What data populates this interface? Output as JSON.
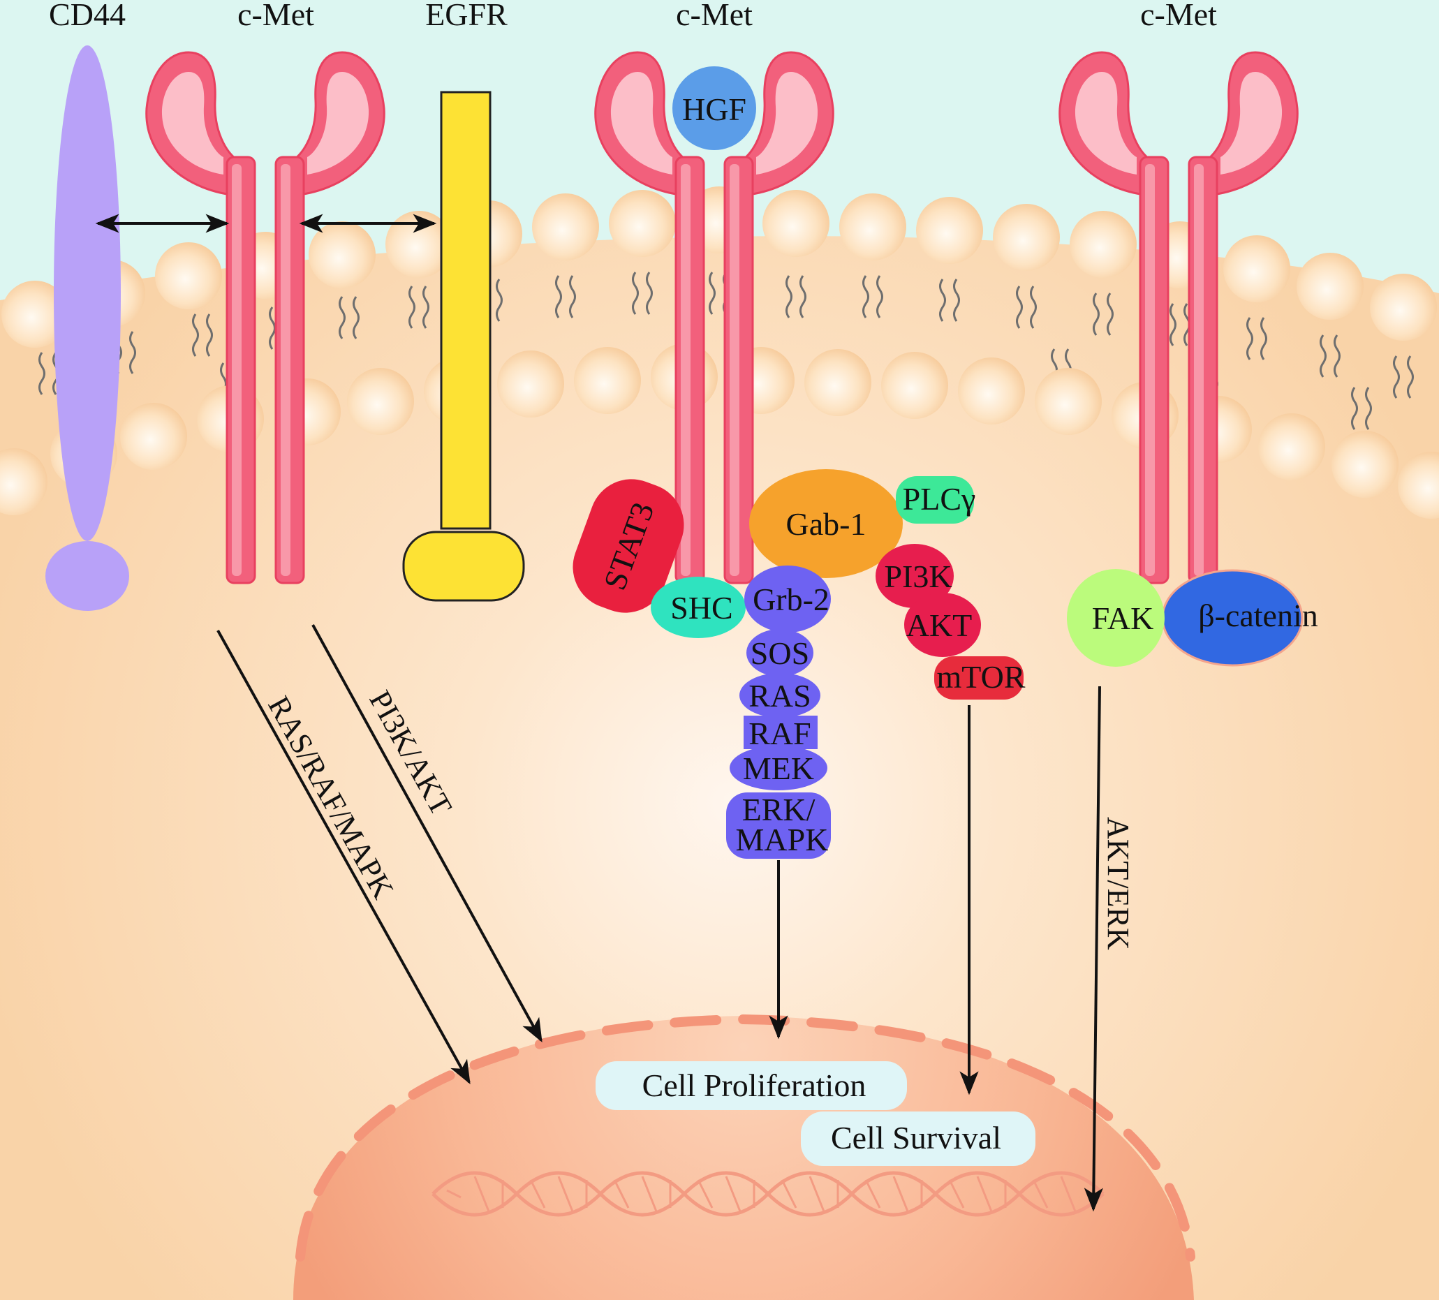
{
  "receptors": {
    "cd44": "CD44",
    "cmet_1": "c-Met",
    "egfr": "EGFR",
    "cmet_2": "c-Met",
    "cmet_3": "c-Met"
  },
  "ligand": {
    "hgf": "HGF"
  },
  "adaptors": {
    "stat3": "STAT3",
    "gab1": "Gab-1",
    "plcg": "PLCγ",
    "shc": "SHC",
    "grb2": "Grb-2",
    "pi3k": "PI3K",
    "akt": "AKT",
    "mtor": "mTOR",
    "fak": "FAK",
    "bcatenin": "β-catenin"
  },
  "cascade": {
    "sos": "SOS",
    "ras": "RAS",
    "raf": "RAF",
    "mek": "MEK",
    "erk": "ERK/",
    "mapk": "MAPK"
  },
  "pathways": {
    "ras_raf_mapk": "RAS/RAF/MAPK",
    "pi3k_akt": "PI3K/AKT",
    "akt_erk": "AKT/ERK"
  },
  "outcomes": {
    "proliferation": "Cell Proliferation",
    "survival": "Cell Survival"
  },
  "colors": {
    "extracellular": "#dcf6f1",
    "cytoplasm": "#fad8b0",
    "receptor": "#f2607c",
    "receptor_light": "#fcbec8",
    "cd44": "#b8a1f8",
    "egfr": "#fde234",
    "hgf": "#5b9de8",
    "stat3": "#e9203e",
    "gab1": "#f6a22c",
    "plcg": "#3de898",
    "shc": "#2fe3bf",
    "cascade": "#6e62f2",
    "pi3k_akt": "#e71e4e",
    "mtor": "#e72c3c",
    "fak": "#bbfb7c",
    "bcatenin": "#3168e2",
    "outcome_box": "#dff5f7",
    "nucleus": "#f7a985"
  }
}
